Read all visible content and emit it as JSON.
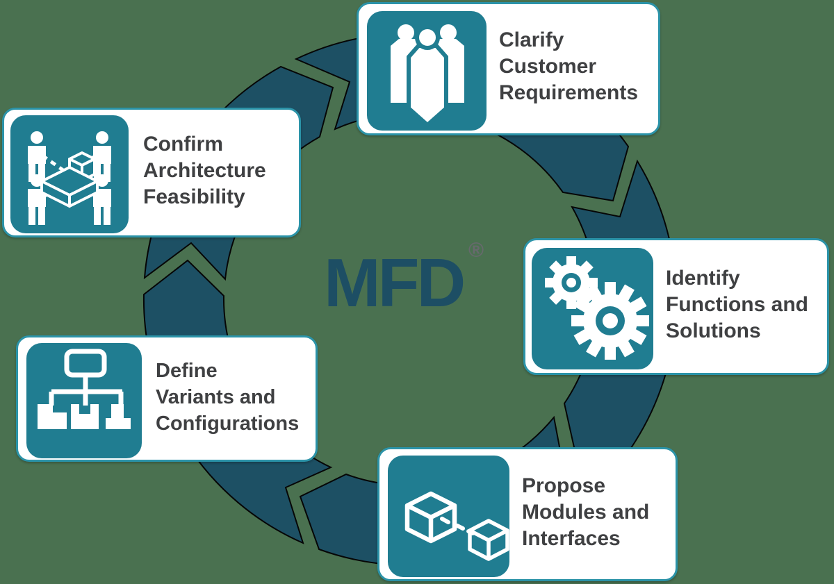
{
  "title": "MFD process cycle diagram",
  "colors": {
    "background": "#4a7150",
    "ring": "#1d5064",
    "icon_box": "#207d91",
    "card_border": "#2b93a8",
    "text": "#3f4042",
    "title": "#1d4e64",
    "mark": "#67696d"
  },
  "center": {
    "title": "MFD",
    "registered_mark": "®"
  },
  "cycle": {
    "segment_count": 5,
    "direction": "clockwise"
  },
  "steps": [
    {
      "id": "clarify",
      "icon": "customers-icon",
      "lines": [
        "Clarify",
        "Customer",
        "Requirements"
      ]
    },
    {
      "id": "identify",
      "icon": "gears-icon",
      "lines": [
        "Identify",
        "Functions and",
        "Solutions"
      ]
    },
    {
      "id": "propose",
      "icon": "modules-cubes-icon",
      "lines": [
        "Propose",
        "Modules and",
        "Interfaces"
      ]
    },
    {
      "id": "define",
      "icon": "variants-tree-icon",
      "lines": [
        "Define",
        "Variants and",
        "Configurations"
      ]
    },
    {
      "id": "confirm",
      "icon": "architecture-network-icon",
      "lines": [
        "Confirm",
        "Architecture",
        "Feasibility"
      ]
    }
  ]
}
